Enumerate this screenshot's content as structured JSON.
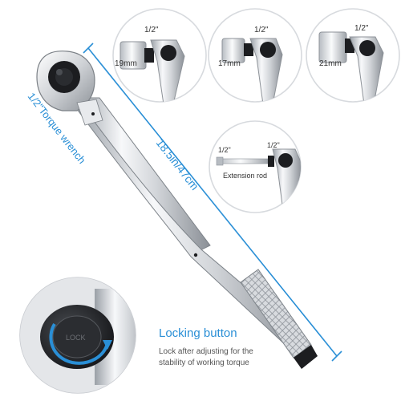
{
  "colors": {
    "accent": "#2a8fd6",
    "chrome_light": "#f2f3f5",
    "chrome_mid": "#c9ccd1",
    "chrome_dark": "#8a8f96",
    "black_part": "#1c1d20",
    "circle_border": "#d7dade"
  },
  "labels": {
    "product_name": "1/2\"Torque wrench",
    "length": "18.5in/47cm",
    "locking_title": "Locking button",
    "locking_desc_1": "Lock after adjusting for the",
    "locking_desc_2": "stability of working torque"
  },
  "sockets": [
    {
      "drive": "1/2\"",
      "size": "19mm"
    },
    {
      "drive": "1/2\"",
      "size": "17mm"
    },
    {
      "drive": "1/2\"",
      "size": "21mm"
    }
  ],
  "extension": {
    "left_drive": "1/2\"",
    "right_drive": "1/2\"",
    "label": "Extension rod"
  },
  "knob_engraving": "LOCK"
}
